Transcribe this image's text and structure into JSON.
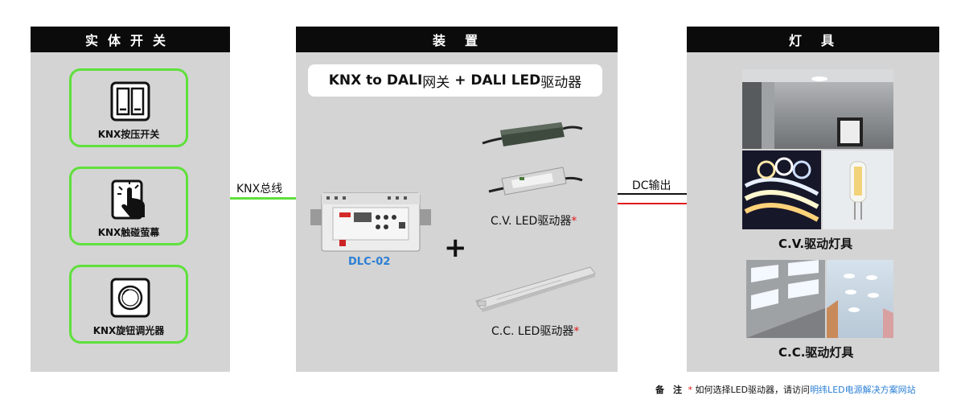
{
  "left_panel": {
    "header": "实体开关",
    "items": [
      {
        "label": "KNX按压开关",
        "icon": "push-switch-icon"
      },
      {
        "label": "KNX触碰萤幕",
        "icon": "touch-screen-icon"
      },
      {
        "label": "KNX旋钮调光器",
        "icon": "rotary-dimmer-icon"
      }
    ]
  },
  "middle_panel": {
    "header": "装　置",
    "subtitle_prefix": "KNX to DALI",
    "subtitle_gateway": "网关",
    "subtitle_plus": " + DALI LED",
    "subtitle_driver": "驱动器",
    "gateway_model": "DLC-02",
    "plus_sign": "+",
    "cv_label": "C.V. LED驱动器",
    "cc_label": "C.C. LED驱动器",
    "asterisk": "*"
  },
  "right_panel": {
    "header": "灯　具",
    "cv_label": "C.V.驱动灯具",
    "cc_label": "C.C.驱动灯具"
  },
  "connections": {
    "knx_bus": "KNX总线",
    "dc_output": "DC输出"
  },
  "footer": {
    "note_label": "备　注",
    "asterisk": "*",
    "note_text": "如何选择LED驱动器，请访问",
    "link_text": "明纬LED电源解决方案网站"
  },
  "colors": {
    "green": "#5fe03c",
    "red": "#e01b1b",
    "link": "#2a7fd4",
    "model": "#2a7fd4"
  }
}
